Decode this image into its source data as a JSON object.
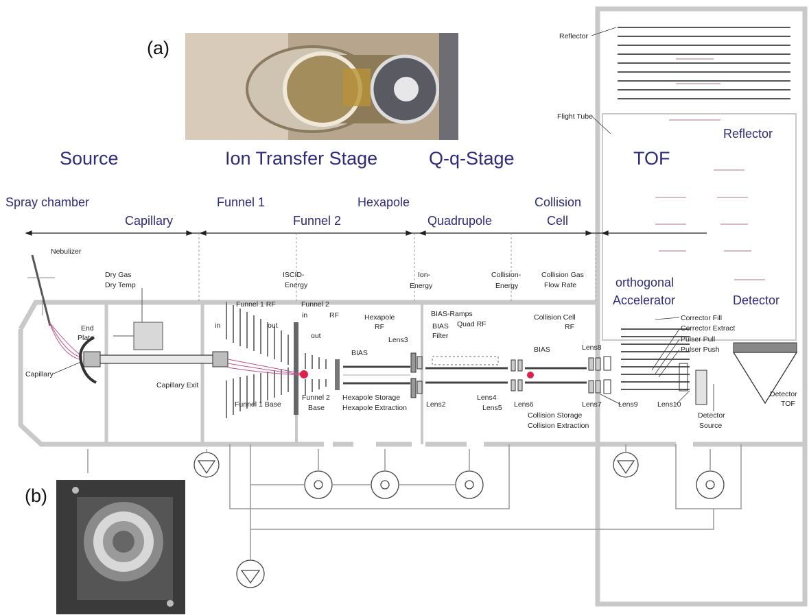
{
  "panel_labels": {
    "a": "(a)",
    "b": "(b)"
  },
  "stages": {
    "source": "Source",
    "ion_transfer": "Ion Transfer Stage",
    "qq": "Q-q-Stage",
    "tof": "TOF"
  },
  "regions": {
    "spray_chamber": "Spray chamber",
    "capillary": "Capillary",
    "funnel1": "Funnel 1",
    "funnel2": "Funnel 2",
    "hexapole": "Hexapole",
    "quadrupole": "Quadrupole",
    "collision_cell_1": "Collision",
    "collision_cell_2": "Cell",
    "reflector": "Reflector",
    "orthogonal_1": "orthogonal",
    "orthogonal_2": "Accelerator",
    "detector": "Detector"
  },
  "labels": {
    "reflector_small": "Reflector",
    "flight_tube": "Flight Tube",
    "nebulizer": "Nebulizer",
    "dry_gas": "Dry Gas",
    "dry_temp": "Dry Temp",
    "end_plate_1": "End",
    "end_plate_2": "Plate",
    "capillary": "Capillary",
    "capillary_exit": "Capillary Exit",
    "iscid_1": "ISCID-",
    "iscid_2": "Energy",
    "funnel1_rf": "Funnel 1 RF",
    "funnel2_rf_1": "Funnel 2",
    "in1": "in",
    "out1": "out",
    "in2": "in",
    "rf2": "RF",
    "out2": "out",
    "hexapole_rf_1": "Hexapole",
    "hexapole_rf_2": "RF",
    "bias1": "BIAS",
    "lens3": "Lens3",
    "ion_energy_1": "Ion-",
    "ion_energy_2": "Energy",
    "bias_ramps": "BIAS-Ramps",
    "quad_rf": "Quad RF",
    "bias_filter_1": "BIAS",
    "bias_filter_2": "Filter",
    "collision_energy_1": "Collision-",
    "collision_energy_2": "Energy",
    "collision_gas_1": "Collision Gas",
    "collision_gas_2": "Flow Rate",
    "collision_cell": "Collision Cell",
    "rf3": "RF",
    "bias3": "BIAS",
    "lens8": "Lens8",
    "corrector_fill": "Corrector Fill",
    "corrector_extract": "Corrector Extract",
    "pulser_pull": "Pulser Pull",
    "pulser_push": "Pulser Push",
    "funnel1_base": "Funnel 1 Base",
    "funnel2_base_1": "Funnel 2",
    "funnel2_base_2": "Base",
    "hexapole_storage": "Hexapole Storage",
    "hexapole_extraction": "Hexapole Extraction",
    "lens2": "Lens2",
    "lens4": "Lens4",
    "lens5": "Lens5",
    "lens6": "Lens6",
    "collision_storage": "Collision Storage",
    "collision_extraction": "Collision Extraction",
    "lens7": "Lens7",
    "lens9": "Lens9",
    "lens10": "Lens10",
    "detector_source_1": "Detector",
    "detector_source_2": "Source",
    "detector_tof_1": "Detector",
    "detector_tof_2": "TOF"
  },
  "colors": {
    "stage_text": "#2d2a80",
    "wall": "#c9c9c9",
    "ion_beam": "#c0508a",
    "ion_cloud": "#e0204a"
  }
}
